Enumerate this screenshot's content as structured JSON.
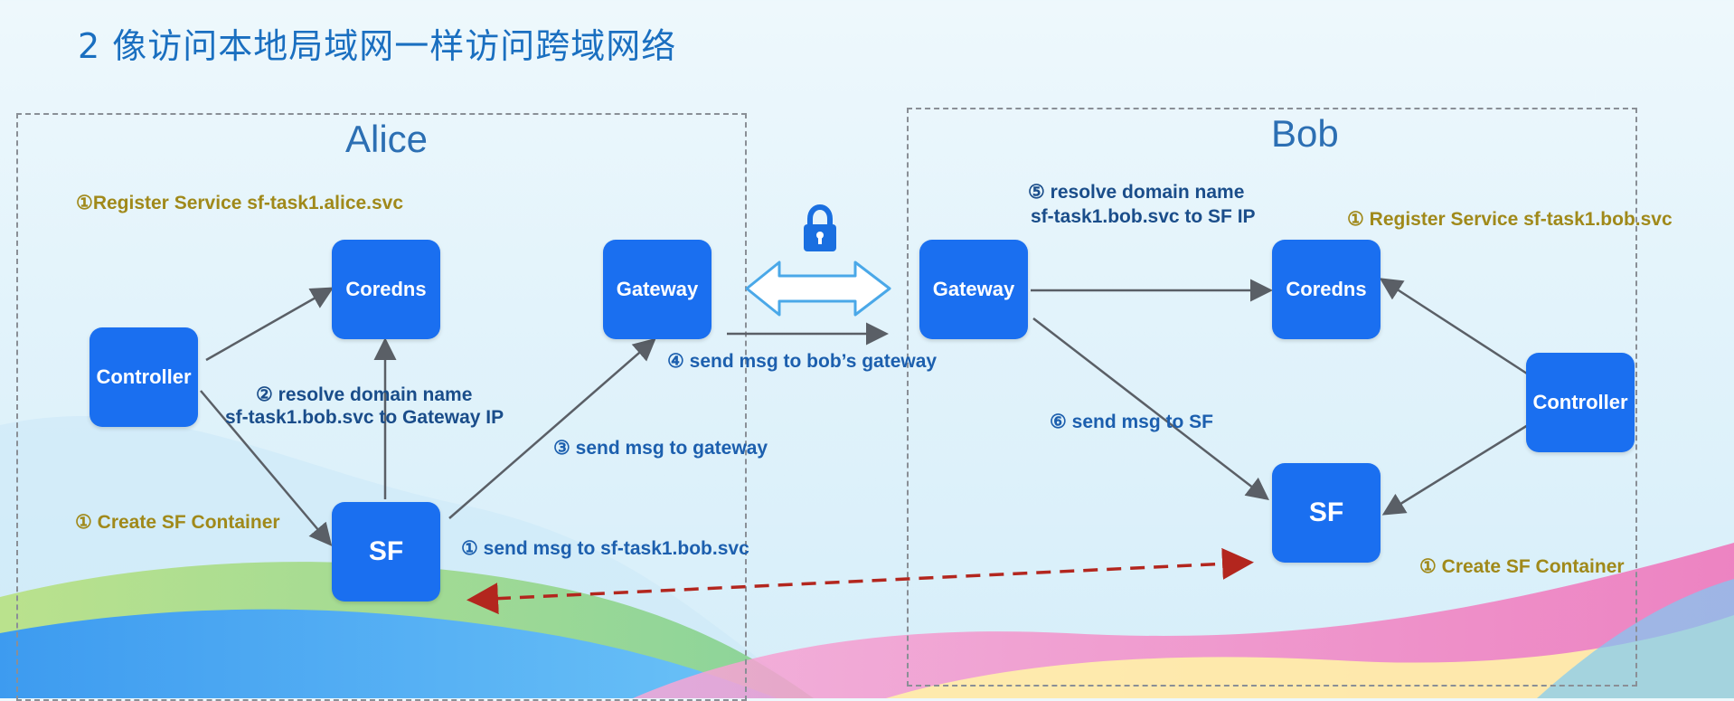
{
  "title": "2 像访问本地局域网一样访问跨域网络",
  "alice": {
    "label": "Alice",
    "nodes": {
      "controller": "Controller",
      "coredns": "Coredns",
      "gateway": "Gateway",
      "sf": "SF"
    },
    "notes": {
      "register": "①Register Service  sf-task1.alice.svc",
      "resolve_line1": "② resolve domain name",
      "resolve_line2": "sf-task1.bob.svc to Gateway IP",
      "send_gateway": "③ send msg to gateway",
      "create_sf": "① Create SF Container",
      "send_svc": "① send msg to sf-task1.bob.svc"
    }
  },
  "bob": {
    "label": "Bob",
    "nodes": {
      "gateway": "Gateway",
      "coredns": "Coredns",
      "controller": "Controller",
      "sf": "SF"
    },
    "notes": {
      "resolve_line1": "⑤ resolve domain name",
      "resolve_line2": "sf-task1.bob.svc to SF IP",
      "register": "① Register Service  sf-task1.bob.svc",
      "send_sf": "⑥ send msg to SF",
      "create_sf": "① Create SF Container"
    }
  },
  "cross": {
    "send_bob_gateway": "④ send msg to bob’s gateway",
    "lock_icon": "lock-icon"
  },
  "colors": {
    "node_fill": "#1a6ff0",
    "title": "#1a6fc0",
    "gold_note": "#a0891a",
    "blue_note": "#1c5fae",
    "dashed_red": "#b3261e",
    "tunnel": "#4aa8e8"
  }
}
